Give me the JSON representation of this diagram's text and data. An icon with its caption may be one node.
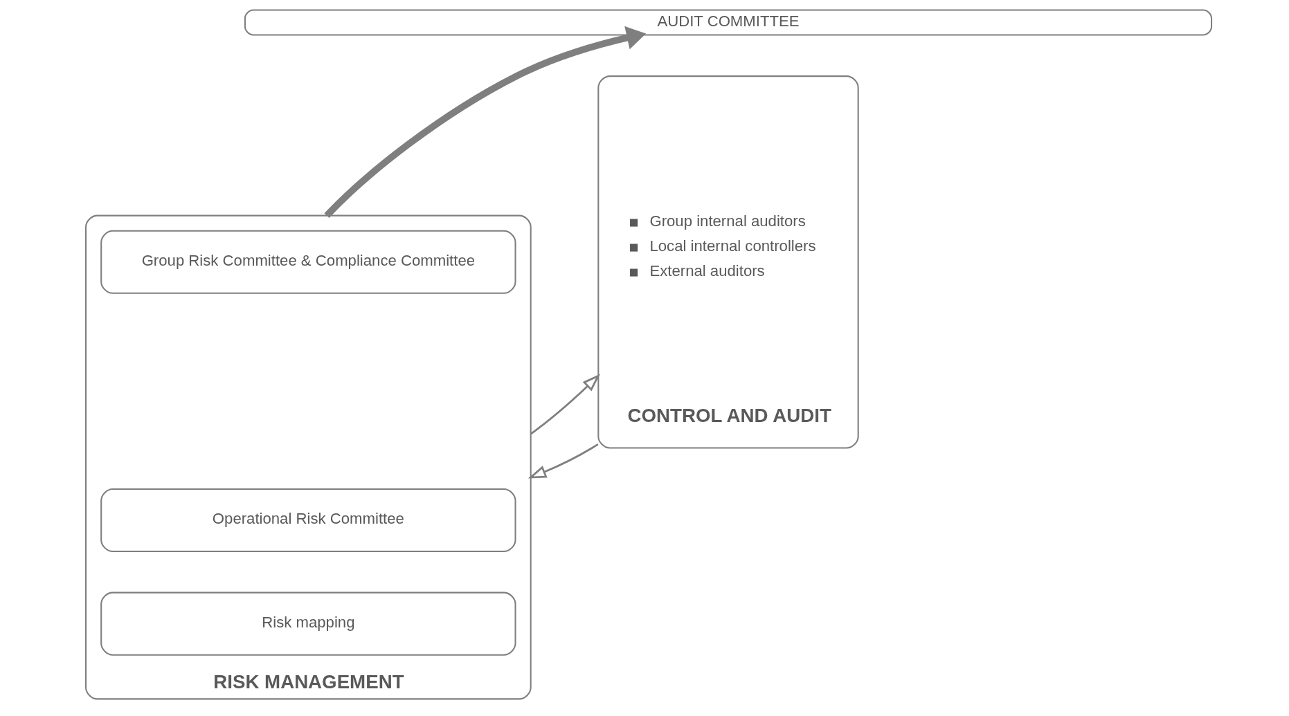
{
  "diagram": {
    "nodes": [
      {
        "text": [
          "AUDIT COMMITTEE"
        ]
      },
      {
        "text": [
          "RISK MANAGEMENT"
        ]
      },
      {
        "text": [
          "Group Risk Committee & Compliance Committee"
        ],
        "in": 1
      },
      {
        "text": [
          "Operational Risk Committee"
        ],
        "in": 1
      },
      {
        "text": [
          "Risk mapping"
        ],
        "in": 1
      },
      {
        "text": [
          "Group internal auditors",
          "Local internal controllers",
          "External auditors",
          "CONTROL AND AUDIT"
        ]
      }
    ],
    "edges": [
      {
        "from": 1,
        "to": 0,
        "arrow": "to",
        "style": "thick"
      },
      {
        "from": 1,
        "to": 5,
        "arrow": "to"
      },
      {
        "from": 5,
        "to": 1,
        "arrow": "to"
      }
    ]
  }
}
